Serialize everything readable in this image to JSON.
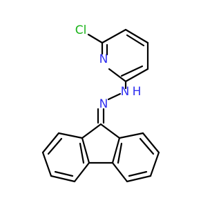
{
  "molecule": {
    "atoms": [
      {
        "id": "cl",
        "label": "Cl",
        "color": "#19b319"
      },
      {
        "id": "n_py",
        "label": "N",
        "color": "#3030f0"
      },
      {
        "id": "nh",
        "label": "N",
        "color": "#3030f0"
      },
      {
        "id": "h",
        "label": "H",
        "color": "#3030f0"
      },
      {
        "id": "n_im",
        "label": "N",
        "color": "#3030f0"
      }
    ],
    "bond_color": "#000000"
  }
}
